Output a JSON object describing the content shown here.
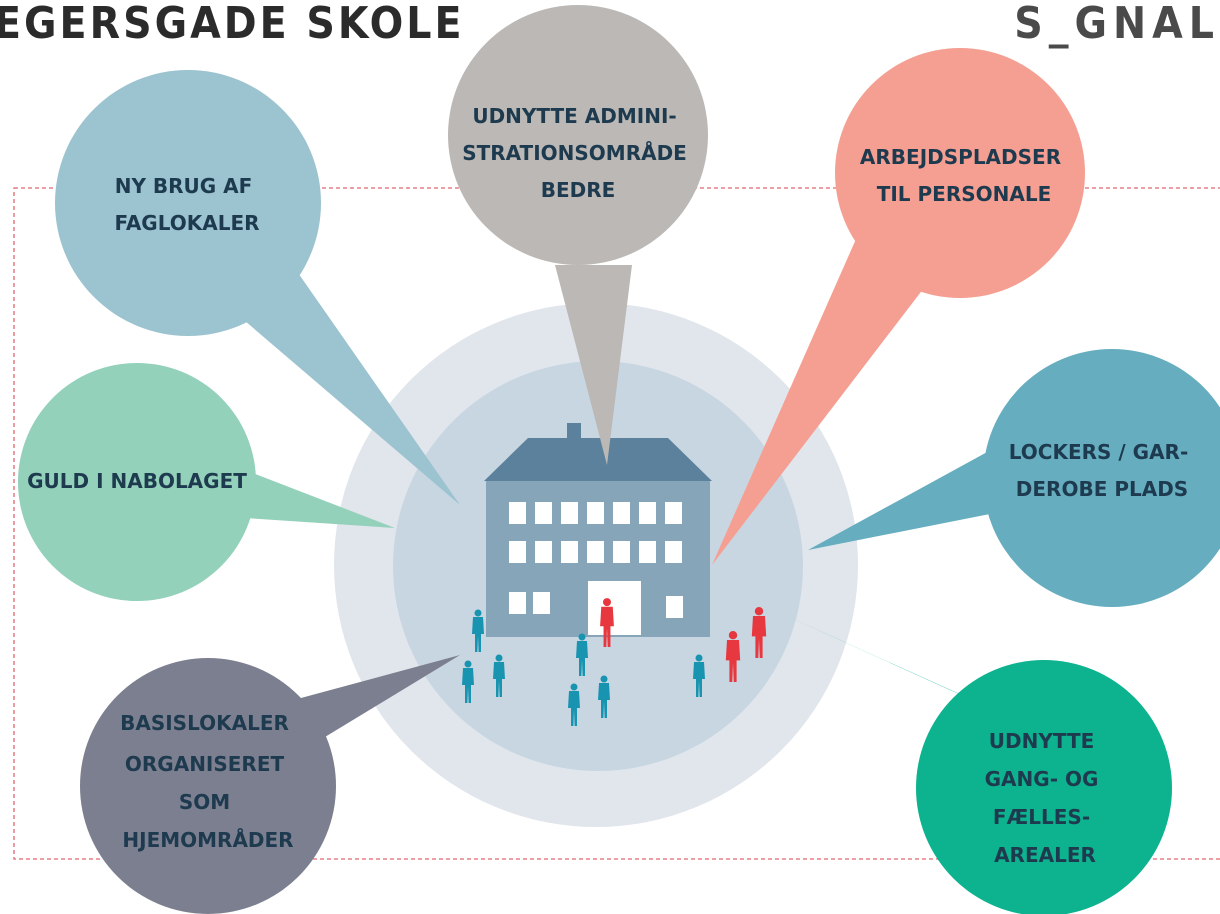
{
  "header": {
    "title": "EGERSGADE SKOLE",
    "logo": "S_GNAL"
  },
  "bubbles": [
    {
      "id": "faglokaler",
      "lines": [
        "NY BRUG AF",
        "FAGLOKALER"
      ],
      "color": "#9cc3d0"
    },
    {
      "id": "administration",
      "lines": [
        "UDNYTTE ADMINI-",
        "STRATIONSOMRÅDE",
        "BEDRE"
      ],
      "color": "#bbb8b5"
    },
    {
      "id": "arbejdspladser",
      "lines": [
        "ARBEJDSPLADSER",
        "TIL PERSONALE"
      ],
      "color": "#f59f92"
    },
    {
      "id": "nabolaget",
      "lines": [
        "GULD I NABOLAGET"
      ],
      "color": "#93d1bb"
    },
    {
      "id": "lockers",
      "lines": [
        "LOCKERS /  GAR-",
        "DEROBE PLADS"
      ],
      "color": "#65adbf"
    },
    {
      "id": "basislokaler",
      "lines": [
        "BASISLOKALER",
        "ORGANISERET",
        "SOM",
        "HJEMOMRÅDER"
      ],
      "color": "#7c7f8f"
    },
    {
      "id": "faellesarealer",
      "lines": [
        "UDNYTTE",
        "GANG- OG",
        "FÆLLES-",
        "AREALER"
      ],
      "color": "#0db28f"
    }
  ],
  "colors": {
    "outer_ring": "#e1e5ec",
    "inner_ring": "#c8d6e2",
    "building": "#87a5b9",
    "roof": "#5c819c",
    "window": "#ffffff",
    "person_teal": "#1994b0",
    "person_red": "#e6383e",
    "dashed_border": "#e0676f",
    "text": "#1e3a4f"
  },
  "icons": [
    "school-building-icon",
    "person-icon"
  ]
}
